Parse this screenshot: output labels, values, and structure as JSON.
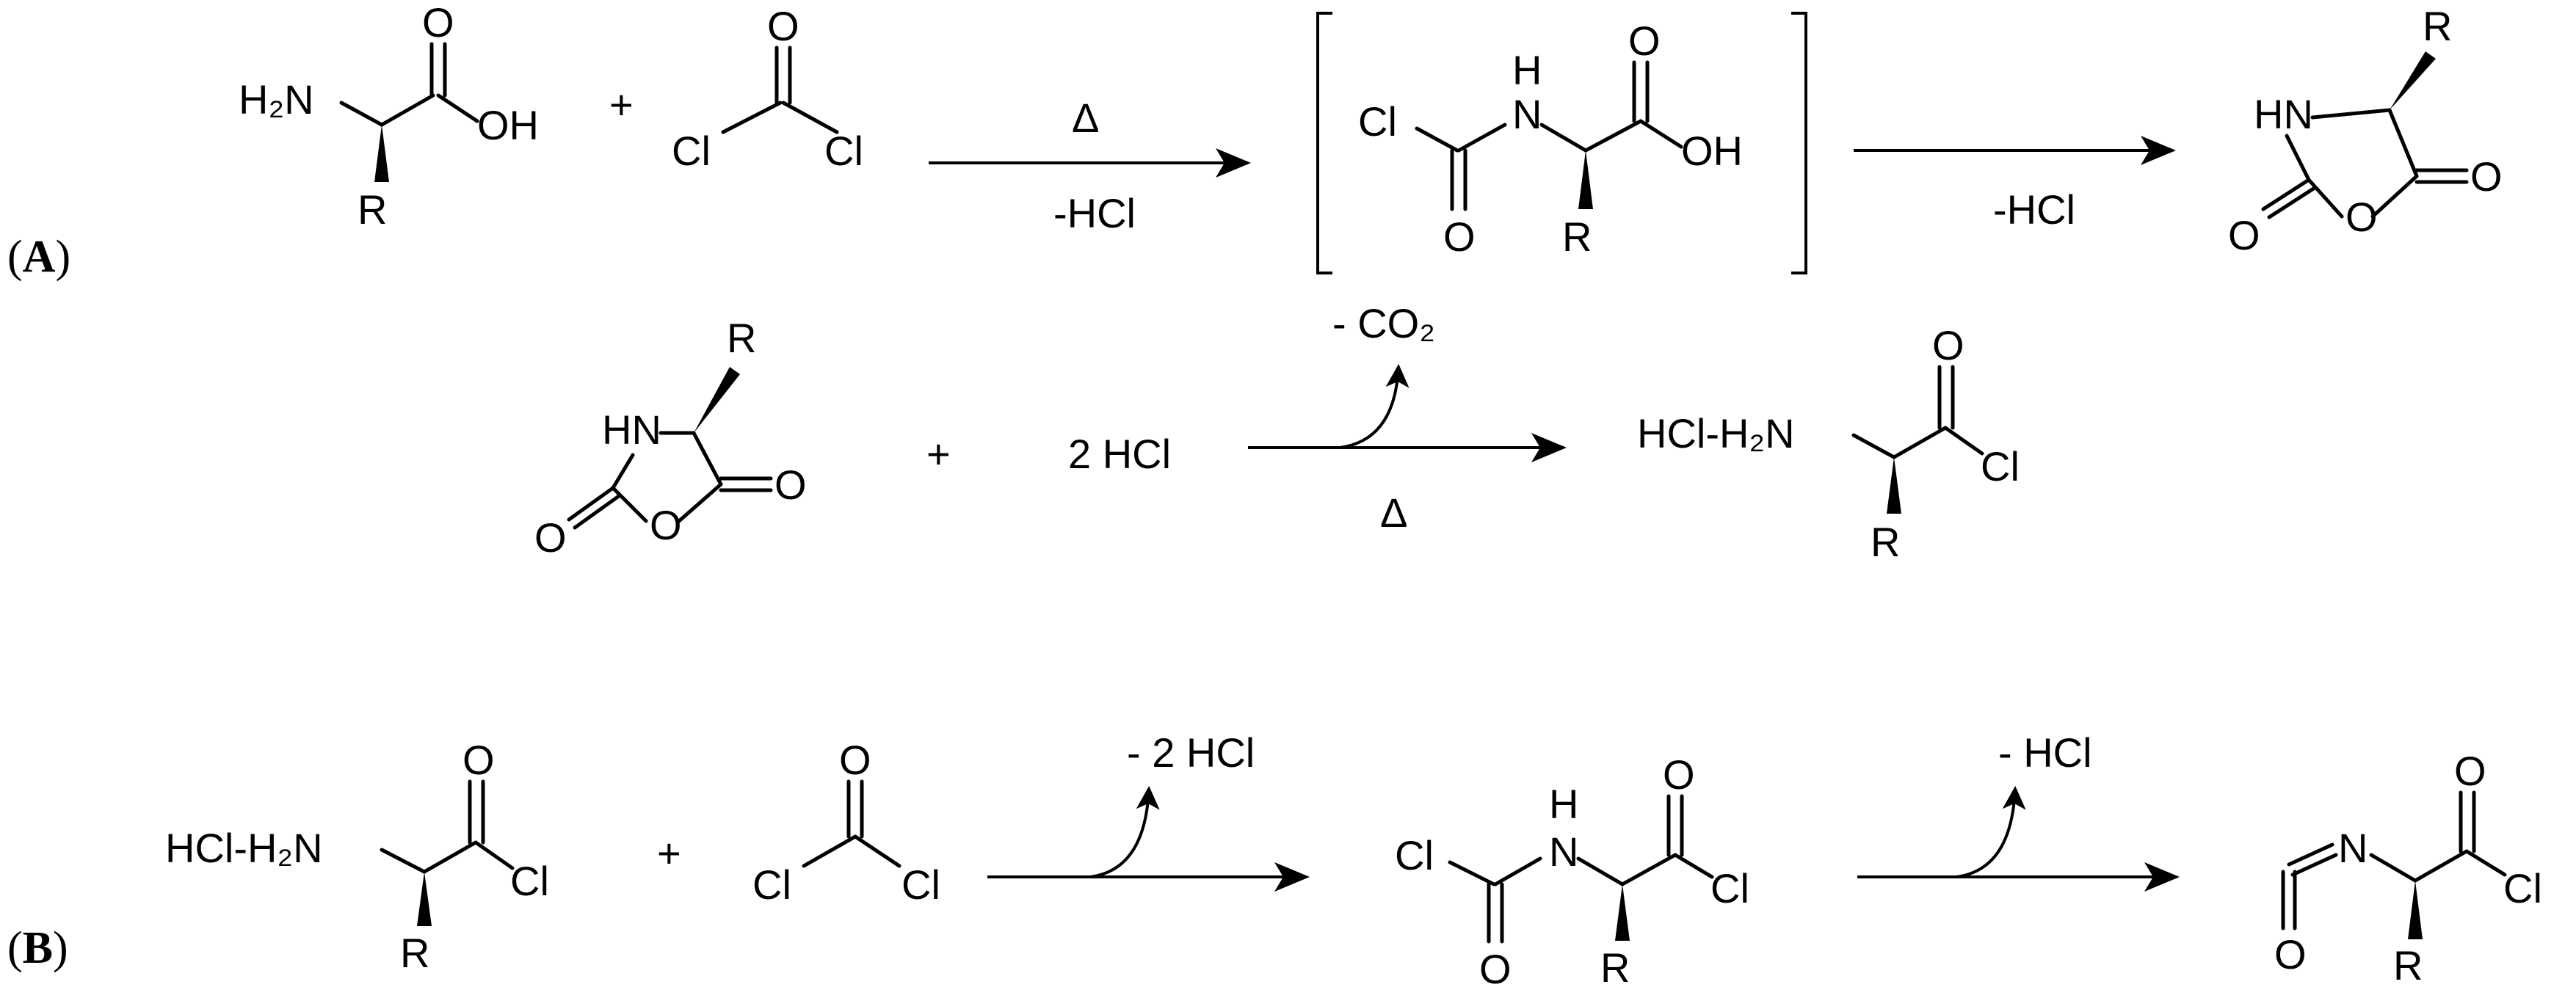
{
  "panels": {
    "a_label_open": "(",
    "a_label_letter": "A",
    "a_label_close": ")",
    "b_label_open": "(",
    "b_label_letter": "B",
    "b_label_close": ")"
  },
  "atoms": {
    "h2n": "H₂N",
    "oh": "OH",
    "o": "O",
    "cl": "Cl",
    "r": "R",
    "h": "H",
    "n": "N",
    "hn": "HN",
    "hcl_h2n": "HCl-H₂N"
  },
  "symbols": {
    "plus": "+",
    "bracket_left": "[",
    "bracket_right": "]"
  },
  "reagents": {
    "two_hcl": "2 HCl"
  },
  "conditions": {
    "heat": "Δ",
    "minus_hcl": "-HCl",
    "minus_co2": "- CO₂",
    "minus_2hcl": "- 2 HCl",
    "minus_hcl_spaced": "- HCl"
  },
  "colors": {
    "ink": "#000000",
    "background": "#ffffff"
  }
}
